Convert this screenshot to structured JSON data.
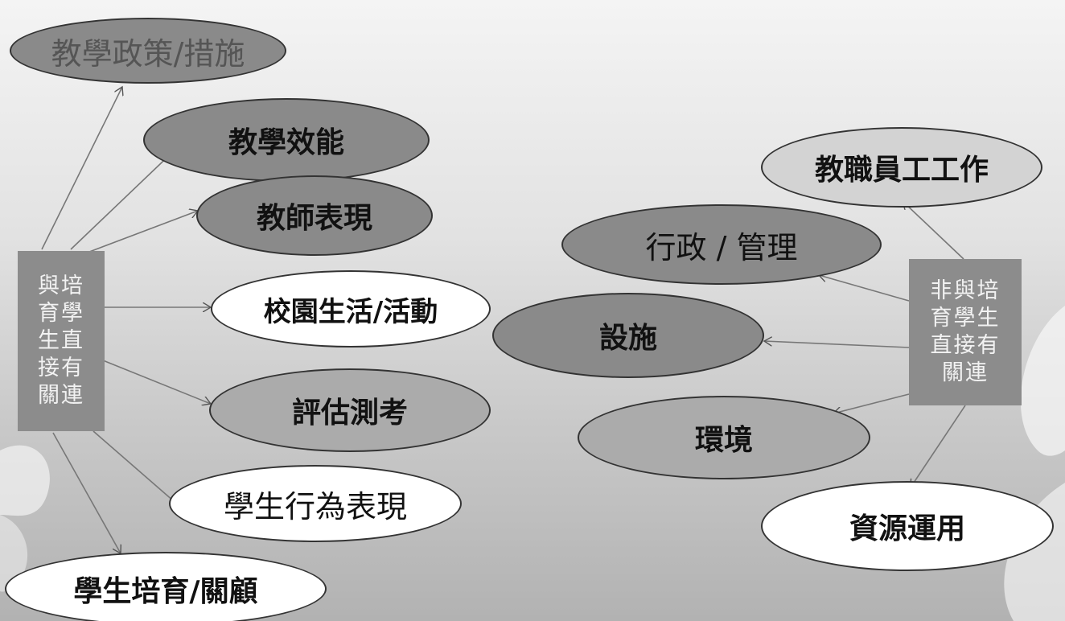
{
  "left_hub": {
    "lines": [
      "與培",
      "育學",
      "生直",
      "接有",
      "關連"
    ]
  },
  "right_hub": {
    "lines": [
      "非與培",
      "育學生",
      "直接有",
      "關連"
    ]
  },
  "left_nodes": [
    {
      "label": "教學政策/措施",
      "fill": "#8a8a8a"
    },
    {
      "label": "教學效能",
      "fill": "#8a8a8a"
    },
    {
      "label": "教師表現",
      "fill": "#8a8a8a"
    },
    {
      "label": "校園生活/活動",
      "fill": "#ffffff"
    },
    {
      "label": "評估測考",
      "fill": "#ababab"
    },
    {
      "label": "學生行為表現",
      "fill": "#ffffff"
    },
    {
      "label": "學生培育/關顧",
      "fill": "#ffffff"
    }
  ],
  "right_nodes": [
    {
      "label": "教職員工工作",
      "fill": "#d3d3d3"
    },
    {
      "label": "行政 / 管理",
      "fill": "#8a8a8a"
    },
    {
      "label": "設施",
      "fill": "#8a8a8a"
    },
    {
      "label": "環境",
      "fill": "#ababab"
    },
    {
      "label": "資源運用",
      "fill": "#ffffff"
    }
  ]
}
